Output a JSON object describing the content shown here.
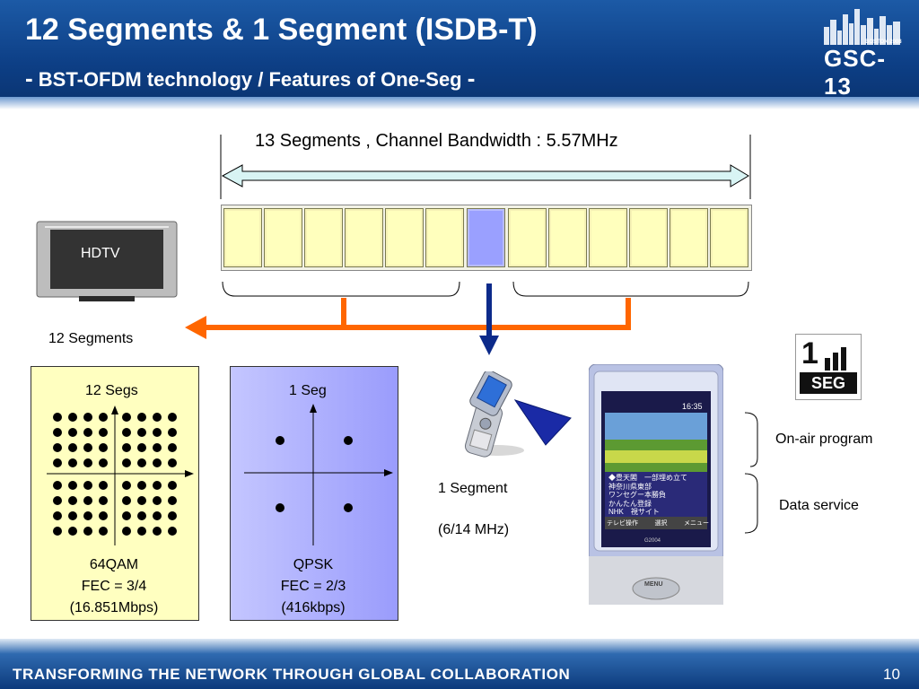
{
  "header": {
    "title": "12 Segments & 1 Segment (ISDB-T)",
    "subtitle_dash_left": "-",
    "subtitle": "BST-OFDM technology / Features of One-Seg",
    "subtitle_dash_right": "-"
  },
  "logo": {
    "tagline": "BOSTON 2008",
    "name": "GSC-13"
  },
  "diagram": {
    "bandwidth_label": "13 Segments , Channel Bandwidth : 5.57MHz",
    "tv_label": "HDTV",
    "twelve_segments_label": "12 Segments",
    "one_segment_label": "1 Segment",
    "one_segment_bw": "(6/14 MHz)",
    "on_air_label": "On-air program",
    "data_service_label": "Data service",
    "oneseg_logo_top": "1",
    "oneseg_logo_bottom": "SEG"
  },
  "panel_left": {
    "title": "12 Segs",
    "modulation": "64QAM",
    "fec": "FEC = 3/4",
    "rate": "(16.851Mbps)"
  },
  "panel_right": {
    "title": "1 Seg",
    "modulation": "QPSK",
    "fec": "FEC = 2/3",
    "rate": "(416kbps)"
  },
  "phone_screen": {
    "time": "16:35",
    "menu_lines": [
      "◆豊天閣　一部埋め立て",
      "神奈川県東部",
      "ワンセグー本勝負",
      "かんたん登録",
      "NHK　視サイト"
    ],
    "softkeys": [
      "テレビ操作",
      "選択",
      "メニュー"
    ],
    "model": "G2004",
    "menu_key": "MENU"
  },
  "footer": {
    "text": "TRANSFORMING THE NETWORK THROUGH GLOBAL COLLABORATION",
    "page_number": "10"
  },
  "colors": {
    "header_blue": "#0d3f86",
    "segment_yellow": "#ffffbd",
    "segment_selected": "#9aa0ff",
    "arrow_orange": "#ff6600",
    "arrow_navy": "#0c2a8a",
    "panel_left_bg": "#ffffc0",
    "panel_right_bg": "#a8aaff"
  }
}
